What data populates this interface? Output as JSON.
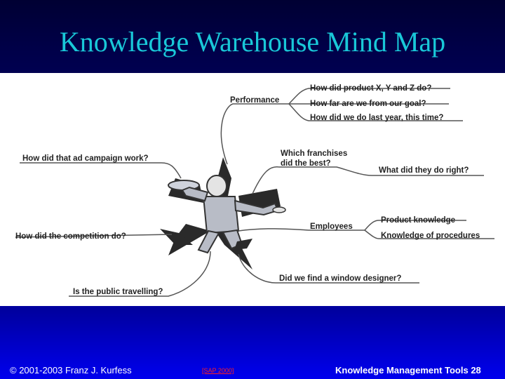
{
  "slide": {
    "title": "Knowledge Warehouse Mind Map",
    "footer_left": "© 2001-2003 Franz J. Kurfess",
    "footer_link": "[SAP 2000]",
    "footer_right": "Knowledge Management Tools 28"
  },
  "mind_map": {
    "performance": "Performance",
    "q_product": "How did product X, Y and Z do?",
    "q_goal": "How far are we from our goal?",
    "q_last_year": "How did we do last year, this time?",
    "q_ad_campaign": "How did that ad campaign work?",
    "franchises_line1": "Which franchises",
    "franchises_line2": "did the best?",
    "q_right": "What did they do right?",
    "q_competition": "How did the competition do?",
    "employees": "Employees",
    "product_knowledge": "Product knowledge",
    "procedures_knowledge": "Knowledge of procedures",
    "q_window_designer": "Did we find a window designer?",
    "q_public": "Is the public travelling?"
  },
  "colors": {
    "title": "#19c8d8",
    "background_top": "#000033",
    "background_bottom": "#0000ee",
    "link": "#ff2020"
  }
}
